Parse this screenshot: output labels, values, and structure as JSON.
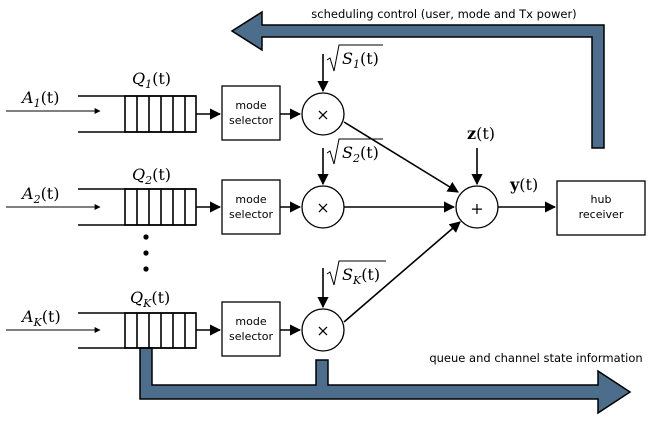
{
  "arrivals": [
    {
      "base": "A",
      "sub": "1",
      "arg": "(t)"
    },
    {
      "base": "A",
      "sub": "2",
      "arg": "(t)"
    },
    {
      "base": "A",
      "sub": "K",
      "arg": "(t)"
    }
  ],
  "queues": [
    {
      "base": "Q",
      "sub": "1",
      "arg": "(t)"
    },
    {
      "base": "Q",
      "sub": "2",
      "arg": "(t)"
    },
    {
      "base": "Q",
      "sub": "K",
      "arg": "(t)"
    }
  ],
  "powers": [
    {
      "base": "S",
      "sub": "1",
      "arg": "(t)"
    },
    {
      "base": "S",
      "sub": "2",
      "arg": "(t)"
    },
    {
      "base": "S",
      "sub": "K",
      "arg": "(t)"
    }
  ],
  "mode_selector_label": [
    "mode",
    "selector"
  ],
  "multiplier_symbol": "×",
  "sum_symbol": "+",
  "noise": {
    "base": "z",
    "arg": "(t)"
  },
  "output": {
    "base": "y",
    "arg": "(t)"
  },
  "hub_receiver_label": [
    "hub",
    "receiver"
  ],
  "top_arrow_label": "scheduling control (user, mode and Tx power)",
  "bottom_arrow_label": "queue and channel state information",
  "ellipsis": "⋮",
  "colors": {
    "fat_arrow": "#4c6d8c"
  }
}
